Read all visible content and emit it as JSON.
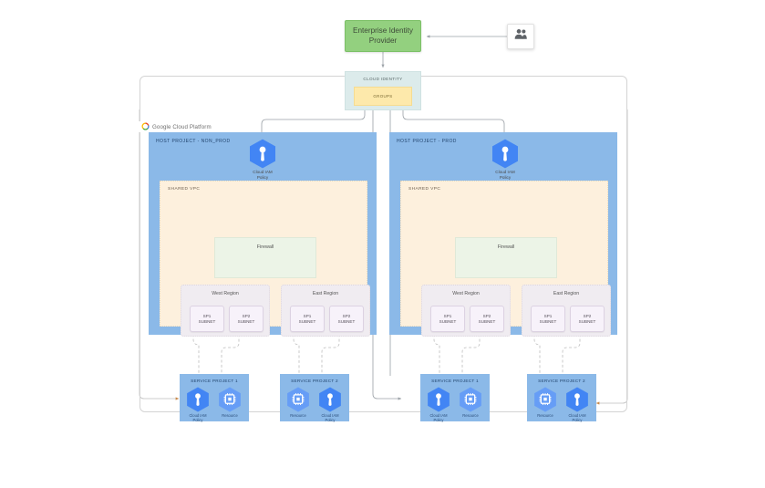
{
  "diagram": {
    "title": "Google Cloud Shared VPC with Cloud Identity architecture",
    "platform_label": "Google Cloud Platform",
    "colors": {
      "identity_provider": "#93d07f",
      "cloud_identity": "#dcebeb",
      "groups": "#fde9ab",
      "host_project": "#8bb9e8",
      "shared_vpc": "#fdf0dd",
      "firewall": "#ecf4e7",
      "region": "#f0ecf1",
      "subnet": "#f7f2fa",
      "hex_iam": "#4285f4",
      "hex_resource": "#669df6"
    }
  },
  "identity_provider": {
    "label": "Enterprise Identity\nProvider",
    "line1": "Enterprise Identity",
    "line2": "Provider"
  },
  "users": {
    "icon": "users-icon"
  },
  "cloud_identity": {
    "title": "CLOUD IDENTITY",
    "groups_label": "GROUPS"
  },
  "host_projects": [
    {
      "id": "non-prod",
      "title": "HOST PROJECT - NON_PROD",
      "iam": {
        "label": "Cloud IAM\nPolicy",
        "icon": "cloud-iam-policy-icon"
      },
      "shared_vpc": {
        "title": "SHARED VPC",
        "firewall": {
          "label": "Firewall"
        },
        "regions": [
          {
            "name": "West Region",
            "subnets": [
              {
                "line1": "SP1",
                "line2": "SUBNET"
              },
              {
                "line1": "SP2",
                "line2": "SUBNET"
              }
            ]
          },
          {
            "name": "East Region",
            "subnets": [
              {
                "line1": "SP1",
                "line2": "SUBNET"
              },
              {
                "line1": "SP2",
                "line2": "SUBNET"
              }
            ]
          }
        ]
      },
      "service_projects": [
        {
          "title": "SERVICE PROJECT 1",
          "icons": [
            {
              "label": "Cloud IAM\nPolicy",
              "icon": "cloud-iam-policy-icon"
            },
            {
              "label": "Resource",
              "icon": "resource-chip-icon"
            }
          ]
        },
        {
          "title": "SERVICE PROJECT 2",
          "icons": [
            {
              "label": "Resource",
              "icon": "resource-chip-icon"
            },
            {
              "label": "Cloud IAM\nPolicy",
              "icon": "cloud-iam-policy-icon"
            }
          ]
        }
      ]
    },
    {
      "id": "prod",
      "title": "HOST PROJECT - PROD",
      "iam": {
        "label": "Cloud IAM\nPolicy",
        "icon": "cloud-iam-policy-icon"
      },
      "shared_vpc": {
        "title": "SHARED VPC",
        "firewall": {
          "label": "Firewall"
        },
        "regions": [
          {
            "name": "West Region",
            "subnets": [
              {
                "line1": "SP1",
                "line2": "SUBNET"
              },
              {
                "line1": "SP2",
                "line2": "SUBNET"
              }
            ]
          },
          {
            "name": "East Region",
            "subnets": [
              {
                "line1": "SP1",
                "line2": "SUBNET"
              },
              {
                "line1": "SP2",
                "line2": "SUBNET"
              }
            ]
          }
        ]
      },
      "service_projects": [
        {
          "title": "SERVICE PROJECT 1",
          "icons": [
            {
              "label": "Cloud IAM\nPolicy",
              "icon": "cloud-iam-policy-icon"
            },
            {
              "label": "Resource",
              "icon": "resource-chip-icon"
            }
          ]
        },
        {
          "title": "SERVICE PROJECT 2",
          "icons": [
            {
              "label": "Resource",
              "icon": "resource-chip-icon"
            },
            {
              "label": "Cloud IAM\nPolicy",
              "icon": "cloud-iam-policy-icon"
            }
          ]
        }
      ]
    }
  ]
}
